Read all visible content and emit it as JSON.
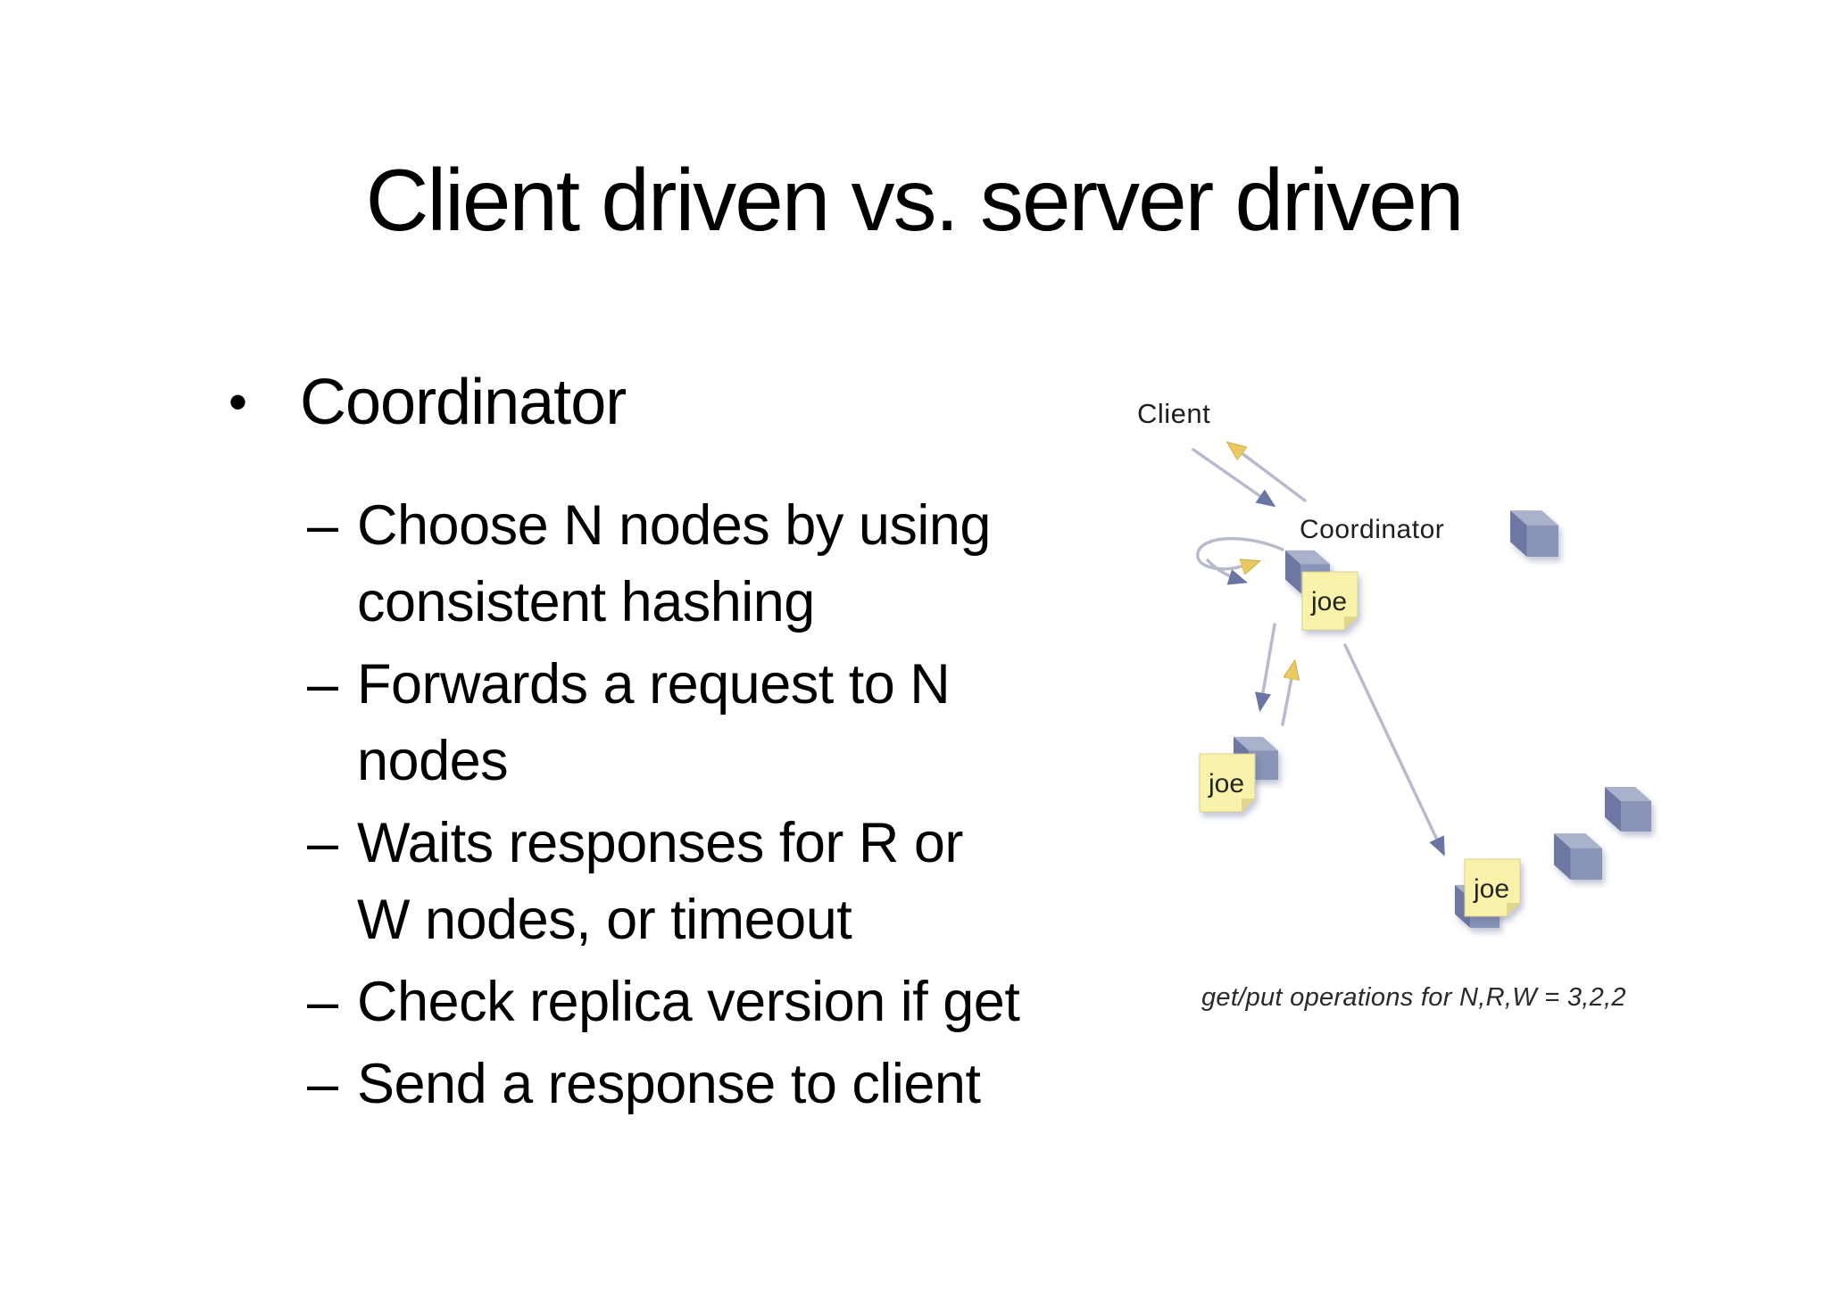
{
  "slide": {
    "title": "Client driven vs. server driven",
    "bullet_marker": "•",
    "dash_marker": "–",
    "bullets": {
      "level1": "Coordinator",
      "items": [
        {
          "lines": [
            "Choose N nodes by using",
            "consistent hashing"
          ]
        },
        {
          "lines": [
            "Forwards a request to N",
            "nodes"
          ]
        },
        {
          "lines": [
            "Waits responses for R or",
            "W nodes, or timeout"
          ]
        },
        {
          "lines": [
            "Check replica version if get"
          ]
        },
        {
          "lines": [
            "Send a response to client"
          ]
        }
      ]
    }
  },
  "diagram": {
    "client_label": "Client",
    "coordinator_label": "Coordinator",
    "note_label": "joe",
    "caption": "get/put operations for N,R,W = 3,2,2",
    "colors": {
      "cube_top": "#aab1cb",
      "cube_front": "#8a93b8",
      "cube_side": "#6d77a2",
      "note_fill": "#f8f2ab",
      "note_fold": "#e0d68e",
      "arrow_line": "#b7bbcc",
      "arrowhead_request_blue": "#6b75a3",
      "arrowhead_response_yellow": "#e9c960"
    }
  }
}
